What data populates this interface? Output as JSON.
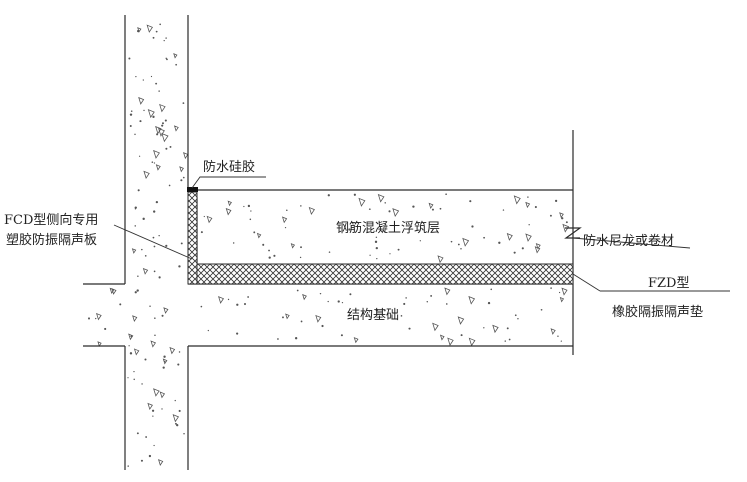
{
  "labels": {
    "silicone": "防水硅胶",
    "side_board_line1": "FCD型侧向专用",
    "side_board_line2": "塑胶防振隔声板",
    "floating_layer": "钢筋混凝土浮筑层",
    "waterproof": "防水尼龙或卷材",
    "pad_line1": "FZD型",
    "pad_line2": "橡胶隔振隔声垫",
    "foundation": "结构基础"
  }
}
